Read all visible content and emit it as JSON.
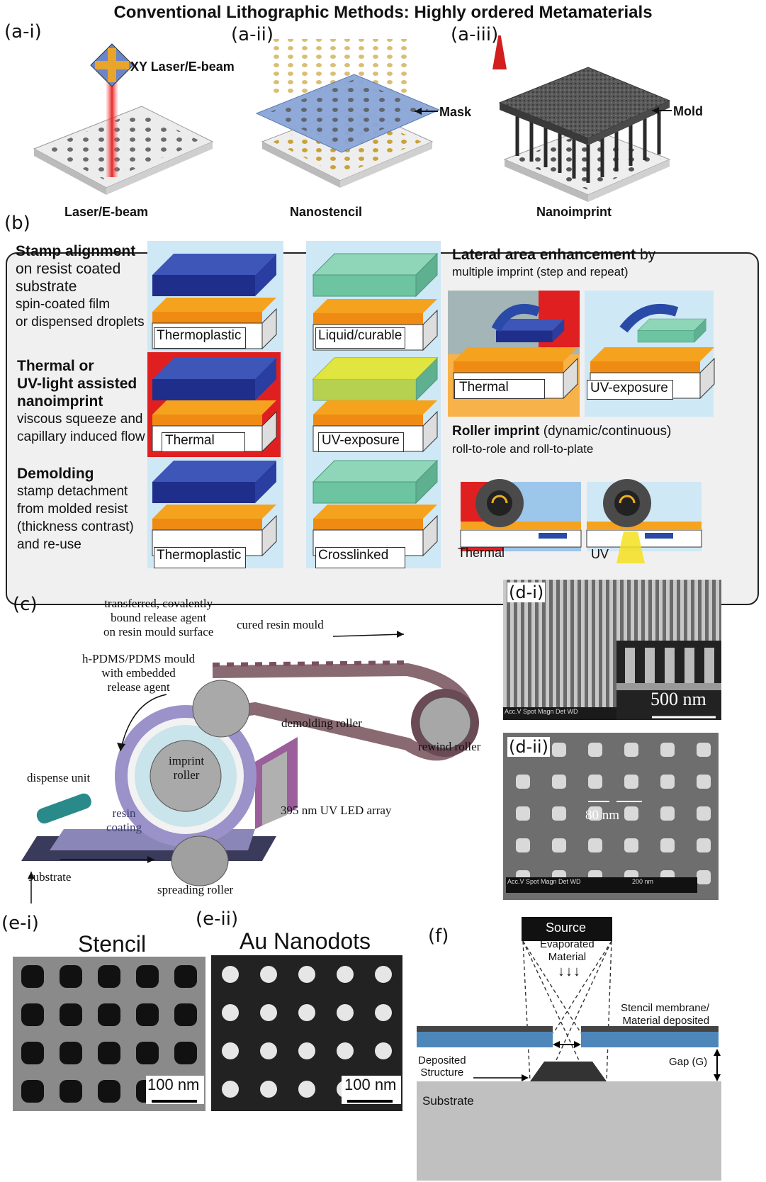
{
  "title": "Conventional Lithographic Methods: Highly ordered Metamaterials",
  "panel_a": {
    "labels": [
      "(a-i)",
      "(a-ii)",
      "(a-iii)"
    ],
    "laser_note": "XY Laser/E-beam",
    "mask_note": "Mask",
    "mold_note": "Mold",
    "captions": [
      "Laser/E-beam",
      "Nanostencil",
      "Nanoimprint"
    ]
  },
  "panel_b": {
    "label": "(b)",
    "steps": [
      {
        "heading": "Stamp alignment",
        "lines": [
          "on resist coated",
          "substrate",
          "spin-coated film",
          "or dispensed droplets"
        ]
      },
      {
        "heading": "Thermal or",
        "heading2": "UV-light assisted",
        "heading3": "nanoimprint",
        "lines": [
          "viscous squeeze and",
          "capillary induced flow"
        ]
      },
      {
        "heading": "Demolding",
        "lines": [
          "stamp detachment",
          "from molded resist",
          "(thickness contrast)",
          "and re-use"
        ]
      }
    ],
    "thermal_col": [
      "Thermoplastic",
      "Thermal",
      "Thermoplastic"
    ],
    "uv_col": [
      "Liquid/curable",
      "UV-exposure",
      "Crosslinked"
    ],
    "lateral_title": "Lateral area enhancement",
    "lateral_by": " by",
    "lateral_sub": "multiple imprint (step and repeat)",
    "lateral_boxes": [
      "Thermal",
      "UV-exposure"
    ],
    "roller_title": "Roller imprint",
    "roller_paren": " (dynamic/continuous)",
    "roller_sub": "roll-to-role and roll-to-plate",
    "roller_boxes": [
      "Thermal",
      "UV"
    ]
  },
  "panel_c": {
    "label": "(c)",
    "annotations": {
      "transferred": [
        "transferred, covalently",
        "bound release agent",
        "on resin mould surface"
      ],
      "cured": "cured resin mould",
      "hpdms": [
        "h-PDMS/PDMS mould",
        "with embedded",
        "release agent"
      ],
      "demolding": "demolding roller",
      "rewind": "rewind roller",
      "imprint": [
        "imprint",
        "roller"
      ],
      "dispense": "dispense unit",
      "resin": [
        "resin",
        "coating"
      ],
      "uvled": "395 nm UV LED array",
      "substrate": "substrate",
      "spreading": "spreading roller"
    }
  },
  "panel_d": {
    "labels": [
      "(d-i)",
      "(d-ii)"
    ],
    "scale_i": "500 nm",
    "measure_ii": "80 nm",
    "databar_i": "Acc.V  Spot Magn   Det  WD",
    "databar_ii": "Acc.V  Spot Magn   Det  WD",
    "databar_ii_scale": "200 nm"
  },
  "panel_e": {
    "labels": [
      "(e-i)",
      "(e-ii)"
    ],
    "titles": [
      "Stencil",
      "Au Nanodots"
    ],
    "scales": [
      "100 nm",
      "100 nm"
    ]
  },
  "panel_f": {
    "label": "(f)",
    "source": "Source",
    "evaporated": [
      "Evaporated",
      "Material"
    ],
    "arrows": "↓↓↓",
    "stencil": [
      "Stencil membrane/",
      "Material deposited"
    ],
    "deposited": [
      "Deposited",
      "Structure"
    ],
    "gap": "Gap (G)",
    "substrate": "Substrate"
  }
}
